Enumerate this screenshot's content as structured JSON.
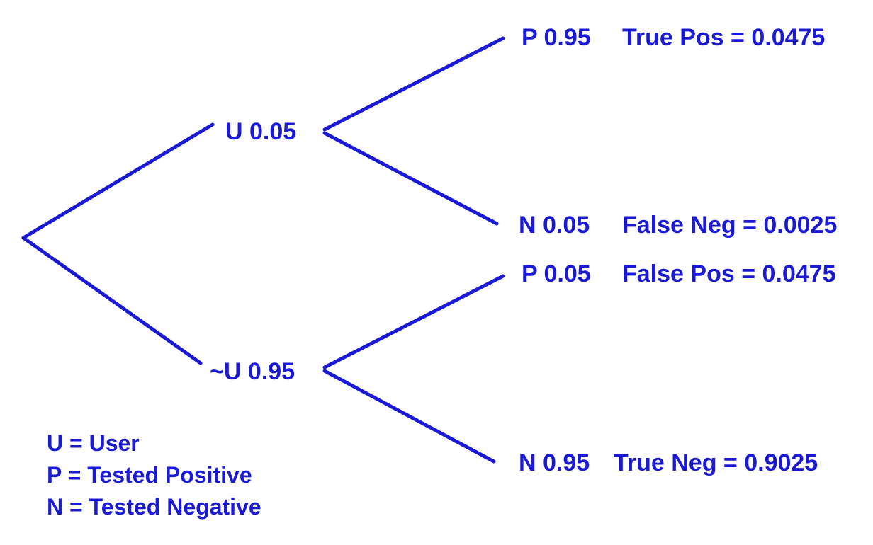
{
  "colors": {
    "ink": "#1a1ad6",
    "background": "#ffffff"
  },
  "nodes": {
    "user": {
      "label": "U 0.05"
    },
    "non_user": {
      "label": "~U 0.95"
    },
    "user_pos": {
      "label": "P 0.95",
      "result": "True Pos = 0.0475"
    },
    "user_neg": {
      "label": "N 0.05",
      "result": "False Neg = 0.0025"
    },
    "non_user_pos": {
      "label": "P 0.05",
      "result": "False Pos = 0.0475"
    },
    "non_user_neg": {
      "label": "N 0.95",
      "result": "True Neg = 0.9025"
    }
  },
  "legend": [
    "U = User",
    "P = Tested Positive",
    "N = Tested Negative"
  ]
}
